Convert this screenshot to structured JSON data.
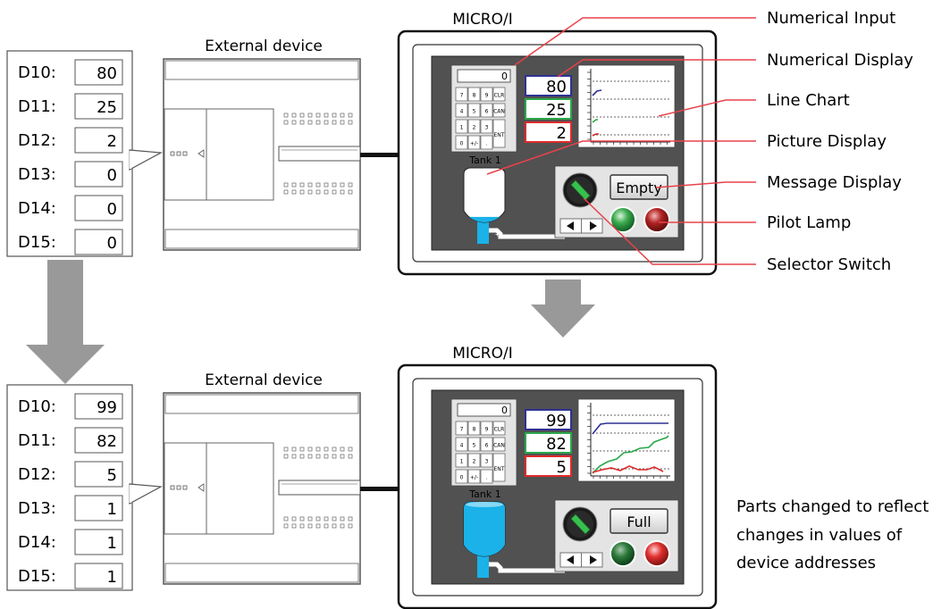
{
  "top": {
    "registers": [
      {
        "label": "D10:",
        "value": "80"
      },
      {
        "label": "D11:",
        "value": "25"
      },
      {
        "label": "D12:",
        "value": "2"
      },
      {
        "label": "D13:",
        "value": "0"
      },
      {
        "label": "D14:",
        "value": "0"
      },
      {
        "label": "D15:",
        "value": "0"
      }
    ],
    "device_label": "External device",
    "hmi_label": "MICRO/I",
    "input_value": "0",
    "displays": [
      "80",
      "25",
      "2"
    ],
    "tank_label": "Tank 1",
    "message": "Empty",
    "tank_level": 0.1
  },
  "bottom": {
    "registers": [
      {
        "label": "D10:",
        "value": "99"
      },
      {
        "label": "D11:",
        "value": "82"
      },
      {
        "label": "D12:",
        "value": "5"
      },
      {
        "label": "D13:",
        "value": "1"
      },
      {
        "label": "D14:",
        "value": "1"
      },
      {
        "label": "D15:",
        "value": "1"
      }
    ],
    "device_label": "External device",
    "hmi_label": "MICRO/I",
    "input_value": "0",
    "displays": [
      "99",
      "82",
      "5"
    ],
    "tank_label": "Tank 1",
    "message": "Full",
    "tank_level": 1
  },
  "keypad_keys": [
    "7",
    "8",
    "9",
    "CLR",
    "4",
    "5",
    "6",
    "CAN",
    "1",
    "2",
    "3",
    "ENT",
    "0",
    "+/-",
    "."
  ],
  "callouts": [
    "Numerical Input",
    "Numerical Display",
    "Line Chart",
    "Picture Display",
    "Message Display",
    "Pilot Lamp",
    "Selector Switch"
  ],
  "note_lines": [
    "Parts changed to reflect",
    "changes in values of",
    "device addresses"
  ],
  "colors": {
    "connector_red": "#e8424a",
    "display_blue": "#2e3192",
    "display_green": "#2aa84a",
    "display_red": "#e02a2a",
    "water": "#1ab2e8",
    "screen_bg": "#515151",
    "arrow_gray": "#999999"
  }
}
